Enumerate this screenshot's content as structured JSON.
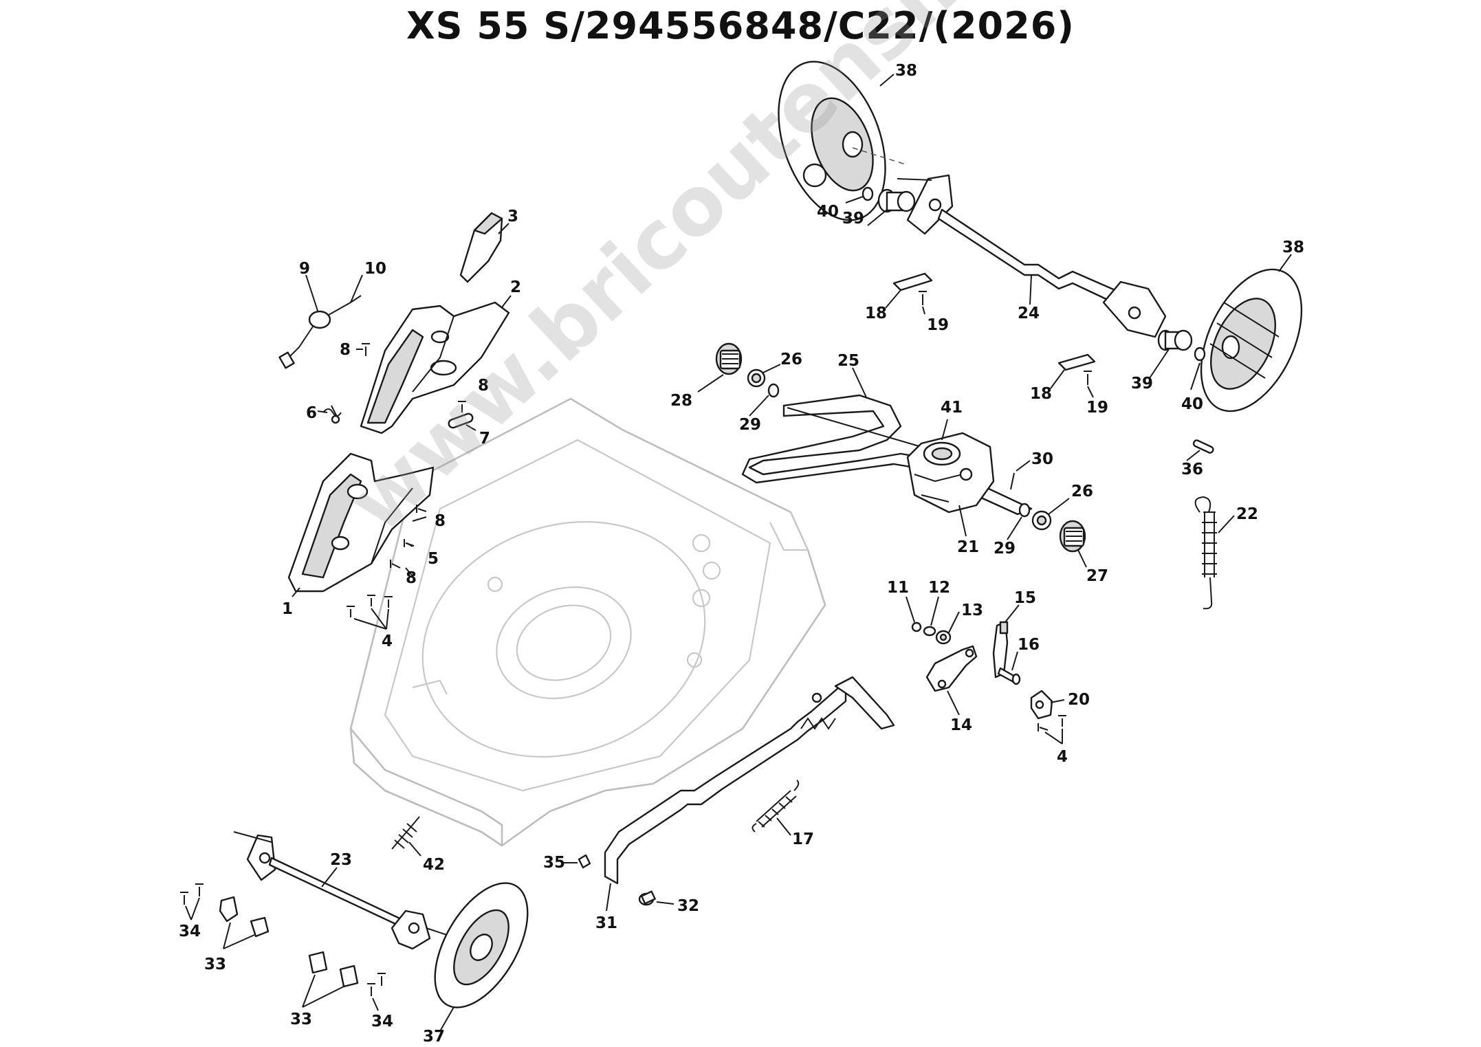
{
  "title": "XS 55 S/294556848/C22/(2026)",
  "watermark": "www.bricoutensili.com",
  "callouts": {
    "c1": "1",
    "c2": "2",
    "c3": "3",
    "c4a": "4",
    "c4b": "4",
    "c5": "5",
    "c6": "6",
    "c7": "7",
    "c8a": "8",
    "c8b": "8",
    "c8c": "8",
    "c8d": "8",
    "c9": "9",
    "c10": "10",
    "c11": "11",
    "c12": "12",
    "c13": "13",
    "c14": "14",
    "c15": "15",
    "c16": "16",
    "c17": "17",
    "c18a": "18",
    "c18b": "18",
    "c19a": "19",
    "c19b": "19",
    "c20": "20",
    "c21": "21",
    "c22": "22",
    "c23": "23",
    "c24": "24",
    "c25": "25",
    "c26a": "26",
    "c26b": "26",
    "c27": "27",
    "c28": "28",
    "c29a": "29",
    "c29b": "29",
    "c30": "30",
    "c31": "31",
    "c32": "32",
    "c33a": "33",
    "c33b": "33",
    "c34a": "34",
    "c34b": "34",
    "c35": "35",
    "c36": "36",
    "c37": "37",
    "c38a": "38",
    "c38b": "38",
    "c39a": "39",
    "c39b": "39",
    "c40a": "40",
    "c40b": "40",
    "c41": "41",
    "c42": "42"
  }
}
